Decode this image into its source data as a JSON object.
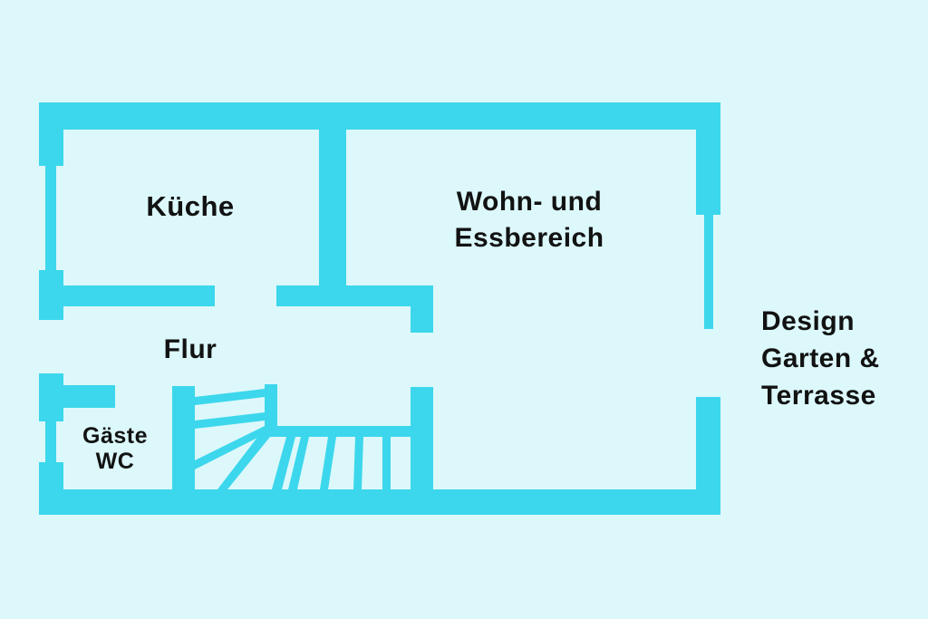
{
  "page": {
    "type": "floor-plan",
    "background_color": "#dcf8fb",
    "wall_color": "#3cd7ec",
    "text_color": "#121212"
  },
  "rooms": {
    "kitchen": {
      "label": "Küche"
    },
    "living_dining": {
      "lines": [
        "Wohn- und",
        "Essbereich"
      ]
    },
    "hallway": {
      "label": "Flur"
    },
    "guest_wc": {
      "lines": [
        "Gäste",
        "WC"
      ]
    },
    "garden_terrace": {
      "lines": [
        "Design",
        "Garten &",
        "Terrasse"
      ]
    }
  }
}
